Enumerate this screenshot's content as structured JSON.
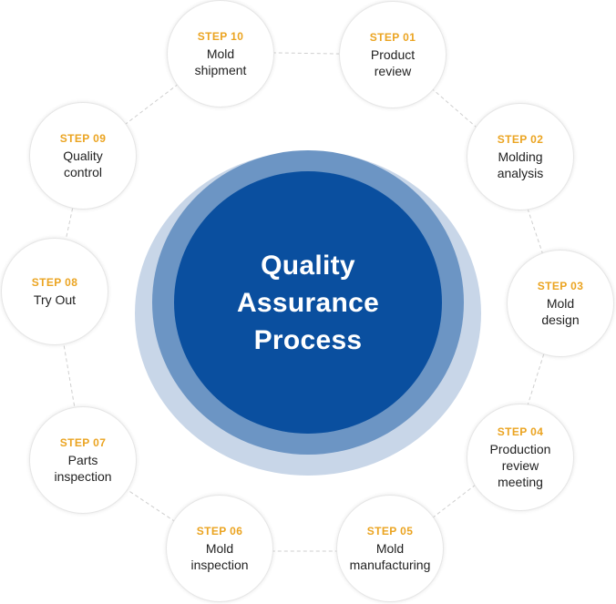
{
  "diagram": {
    "hub": {
      "lines": [
        "Quality",
        "Assurance",
        "Process"
      ]
    },
    "steps": [
      {
        "id": "01",
        "label": "STEP 01",
        "lines": [
          "Product",
          "review"
        ]
      },
      {
        "id": "02",
        "label": "STEP 02",
        "lines": [
          "Molding",
          "analysis"
        ]
      },
      {
        "id": "03",
        "label": "STEP 03",
        "lines": [
          "Mold",
          "design"
        ]
      },
      {
        "id": "04",
        "label": "STEP 04",
        "lines": [
          "Production",
          "review",
          "meeting"
        ]
      },
      {
        "id": "05",
        "label": "STEP 05",
        "lines": [
          "Mold",
          "manufacturing"
        ]
      },
      {
        "id": "06",
        "label": "STEP 06",
        "lines": [
          "Mold",
          "inspection"
        ]
      },
      {
        "id": "07",
        "label": "STEP 07",
        "lines": [
          "Parts",
          "inspection"
        ]
      },
      {
        "id": "08",
        "label": "STEP 08",
        "lines": [
          "Try Out"
        ]
      },
      {
        "id": "09",
        "label": "STEP 09",
        "lines": [
          "Quality",
          "control"
        ]
      },
      {
        "id": "10",
        "label": "STEP 10",
        "lines": [
          "Mold",
          "shipment"
        ]
      }
    ]
  },
  "colors": {
    "hub_core": "#0a4f9f",
    "hub_ring_mid": "#6c95c4",
    "hub_ring_outer": "#c8d6e8",
    "step_label": "#eba421",
    "step_text": "#222222",
    "connector": "#cfcfcf"
  }
}
